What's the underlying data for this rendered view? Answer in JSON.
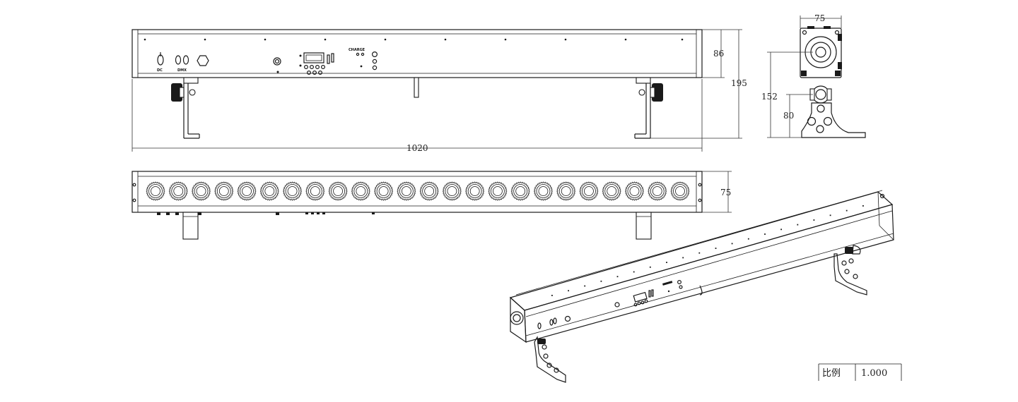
{
  "dimensions": {
    "front_length": "1020",
    "front_height": "86",
    "front_total_height": "195",
    "bottom_depth": "75",
    "side_width": "75",
    "side_total_height": "152",
    "side_bracket_height": "80"
  },
  "panel_labels": {
    "dc": "DC",
    "dmx": "DMX",
    "charge": "CHARGE"
  },
  "title_block": {
    "scale_label": "比例",
    "scale_value": "1.000"
  },
  "led_count": 24,
  "colors": {
    "line": "#1a1a1a",
    "background": "#ffffff"
  },
  "icons": [
    "connector-icon",
    "knob-icon",
    "led-lens-icon",
    "display-icon"
  ]
}
